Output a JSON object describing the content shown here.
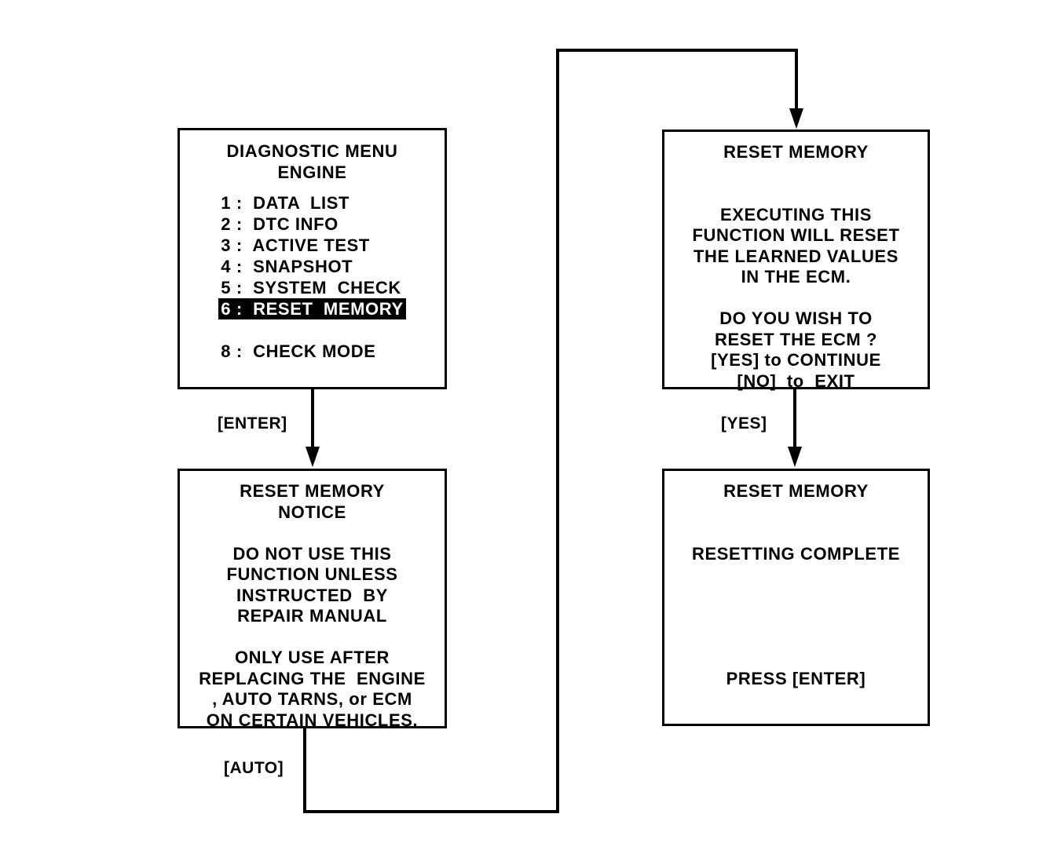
{
  "diagram": {
    "title": "RESET MEMORY procedure flow",
    "ink_color": "#000000",
    "paper_color": "#ffffff"
  },
  "screens": {
    "diagnostic_menu": {
      "header_line_1": "DIAGNOSTIC MENU",
      "header_line_2": "ENGINE",
      "items": [
        {
          "number": "1",
          "label": "DATA LIST",
          "text": "1 :  DATA  LIST",
          "selected": false
        },
        {
          "number": "2",
          "label": "DTC INFO",
          "text": "2 :  DTC INFO",
          "selected": false
        },
        {
          "number": "3",
          "label": "ACTIVE TEST",
          "text": "3 :  ACTIVE TEST",
          "selected": false
        },
        {
          "number": "4",
          "label": "SNAPSHOT",
          "text": "4 :  SNAPSHOT",
          "selected": false
        },
        {
          "number": "5",
          "label": "SYSTEM CHECK",
          "text": "5 :  SYSTEM  CHECK",
          "selected": false
        },
        {
          "number": "6",
          "label": "RESET MEMORY",
          "text": "6 :  RESET  MEMORY",
          "selected": true
        },
        {
          "number": "8",
          "label": "CHECK MODE",
          "text": "8 :  CHECK MODE",
          "selected": false
        }
      ]
    },
    "reset_memory_notice": {
      "header_line_1": "RESET MEMORY",
      "header_line_2": "NOTICE",
      "body_lines": [
        "DO NOT USE THIS",
        "FUNCTION UNLESS",
        "INSTRUCTED  BY",
        "REPAIR MANUAL",
        "",
        "ONLY USE AFTER",
        "REPLACING THE  ENGINE",
        ", AUTO TARNS, or ECM",
        "ON CERTAIN VEHICLES."
      ]
    },
    "reset_memory_confirm": {
      "header_line_1": "RESET MEMORY",
      "body_lines": [
        "EXECUTING THIS",
        "FUNCTION WILL RESET",
        "THE LEARNED VALUES",
        "IN THE ECM.",
        "",
        "DO YOU WISH TO",
        "RESET THE ECM ?",
        "[YES] to CONTINUE",
        "[NO]  to  EXIT"
      ]
    },
    "reset_memory_complete": {
      "header_line_1": "RESET MEMORY",
      "status_line": "RESETTING COMPLETE",
      "prompt_line": "PRESS [ENTER]"
    }
  },
  "connectors": {
    "enter_label": "[ENTER]",
    "auto_label": "[AUTO]",
    "yes_label": "[YES]"
  }
}
